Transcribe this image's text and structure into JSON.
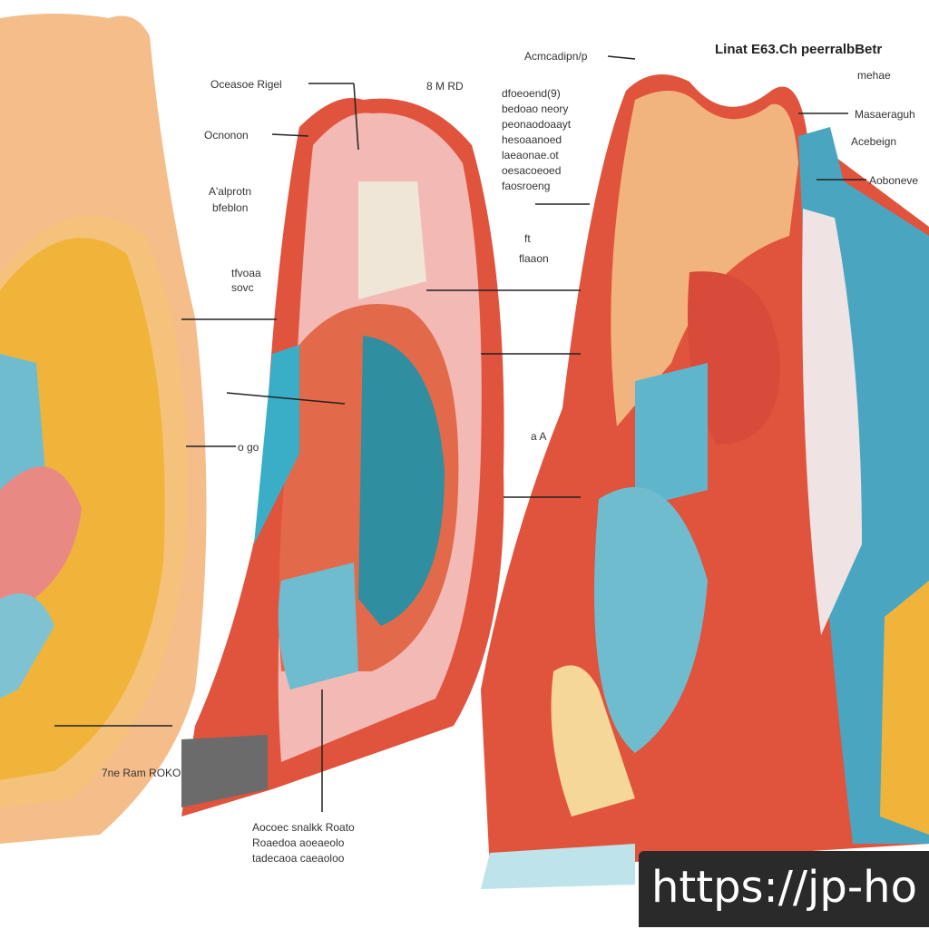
{
  "title": "Linat E63.Ch peerralbBetr",
  "subtitle": "mehae",
  "labels": {
    "l1": "Oceasoe Rigel",
    "l2": "8 M RD",
    "l3": "Ocnonon",
    "l4": "Acmcadipn/p",
    "l5": "Masaeraguh",
    "l6": "Acebeign",
    "l7": "Aoboneve",
    "l8": "A'alprotn",
    "l9": "bfeblon",
    "l10": "tfvoaa",
    "l11": "sovc",
    "l12": "a A",
    "l13": "o go",
    "l14": "7ne Ram ROKO",
    "l15": "ft",
    "l16": "flaaon"
  },
  "list_labels": [
    "dfoeoend(9)",
    "bedoao neory",
    "peonaodoaayt",
    "hesoaanoed",
    "laeaonae.ot",
    "oesacoeoed",
    "faosroeng"
  ],
  "bottom_labels": [
    "Aocoec snalkk Roato",
    "Roaedoa aoeaeolo",
    "tadecaoa caeaoloo"
  ],
  "watermark": "https://jp-ho",
  "colors": {
    "skin": "#f2b47e",
    "muscle": "#e0533c",
    "teal": "#4aa6c0",
    "yellow": "#f1b43a",
    "pink": "#f3b9b4"
  }
}
